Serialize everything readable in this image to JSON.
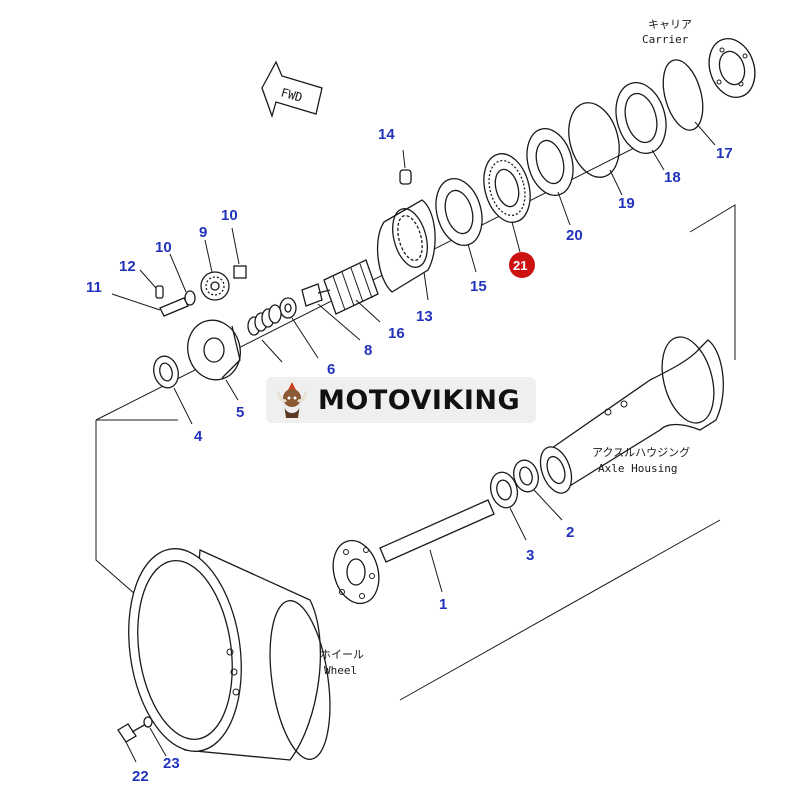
{
  "labels": {
    "carrier_jp": "キャリア",
    "carrier_en": "Carrier",
    "axle_jp": "アクスルハウジング",
    "axle_en": "Axle Housing",
    "wheel_jp": "ホイール",
    "wheel_en": "Wheel",
    "fwd": "FWD"
  },
  "watermark": {
    "text": "MOTOVIKING"
  },
  "parts": {
    "p1": "1",
    "p2": "2",
    "p3": "3",
    "p4": "4",
    "p5": "5",
    "p6": "6",
    "p8": "8",
    "p9": "9",
    "p10a": "10",
    "p10b": "10",
    "p11": "11",
    "p12": "12",
    "p13": "13",
    "p14": "14",
    "p15": "15",
    "p16": "16",
    "p17": "17",
    "p18": "18",
    "p19": "19",
    "p20": "20",
    "p21": "21",
    "p22": "22",
    "p23": "23"
  },
  "colors": {
    "callout": "#2233bb",
    "highlight": "#cc1111"
  }
}
